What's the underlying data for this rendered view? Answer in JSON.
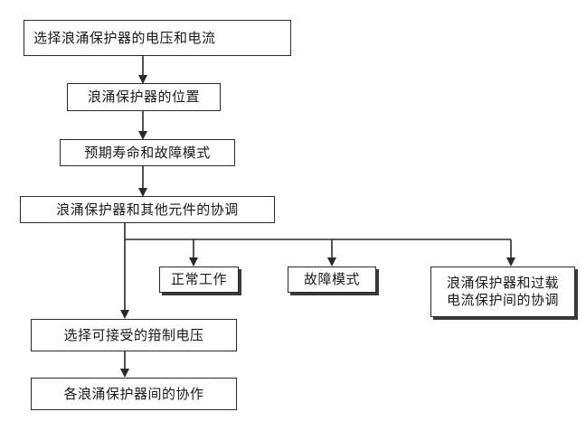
{
  "steps": [
    {
      "id": "step1",
      "label": "选择浪涌保护器的电压和电流"
    },
    {
      "id": "step2",
      "label": "浪涌保护器的位置"
    },
    {
      "id": "step3",
      "label": "预期寿命和故障模式"
    },
    {
      "id": "step4",
      "label": "浪涌保护器和其他元件的协调"
    },
    {
      "id": "step5",
      "label": "选择可接受的箝制电压"
    },
    {
      "id": "step6",
      "label": "各浪涌保护器间的协作"
    }
  ],
  "branches": [
    {
      "id": "branch1",
      "label": "正常工作"
    },
    {
      "id": "branch2",
      "label": "故障模式"
    },
    {
      "id": "branch3",
      "lines": [
        "浪涌保护器和过载",
        "电流保护间的协调"
      ]
    }
  ]
}
